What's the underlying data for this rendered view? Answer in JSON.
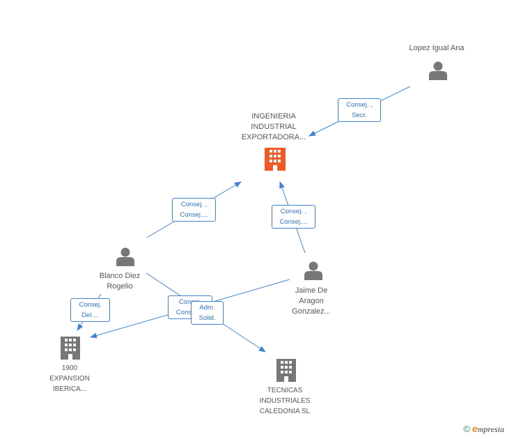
{
  "nodes": {
    "ingenieria": {
      "lines": [
        "INGENIERIA",
        "INDUSTRIAL",
        "EXPORTADORA..."
      ],
      "color": "#f15a24"
    },
    "lopez": {
      "lines": [
        "Lopez Igual Ana"
      ]
    },
    "blanco": {
      "lines": [
        "Blanco Diez",
        "Rogelio"
      ]
    },
    "jaime": {
      "lines": [
        "Jaime De",
        "Aragon",
        "Gonzalez..."
      ]
    },
    "expansion": {
      "lines": [
        "1900",
        "EXPANSION",
        "IBERICA..."
      ]
    },
    "tecnicas": {
      "lines": [
        "TECNICAS",
        "INDUSTRIALES",
        "CALEDONIA  SL"
      ]
    }
  },
  "edges": {
    "lopez_ingenieria": [
      "Consej. ,",
      "Secr."
    ],
    "blanco_ingenieria": [
      "Consej. ,",
      "Consej...."
    ],
    "jaime_ingenieria": [
      "Consej. ,",
      "Consej...."
    ],
    "blanco_expansion": [
      "Consej.",
      "Del...."
    ],
    "jaime_expansion": [
      "Consej.",
      "Consej...."
    ],
    "blanco_tecnicas": [
      "Adm.",
      "Solid."
    ]
  },
  "colors": {
    "edge": "#3f82d4",
    "icon": "#777777",
    "highlight": "#f15a24"
  },
  "footer": {
    "copyright": "©",
    "brand_initial": "e",
    "brand_rest": "mpresia"
  }
}
